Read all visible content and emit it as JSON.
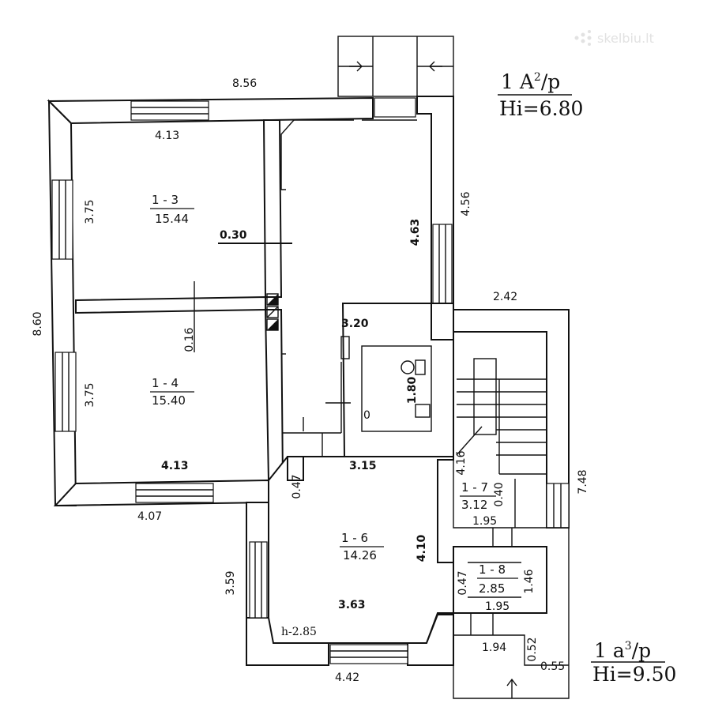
{
  "watermark": "skelbiu.lt",
  "building_code": {
    "id": "1 A",
    "sup": "2",
    "suffix": "/p",
    "height": "Hi=6.80"
  },
  "annex_code": {
    "id": "1 a",
    "sup": "3",
    "suffix": "/p",
    "height": "Hi=9.50"
  },
  "rooms": [
    {
      "id": "1 - 3",
      "area": "15.44"
    },
    {
      "id": "1 - 4",
      "area": "15.40"
    },
    {
      "id": "1 - 6",
      "area": "14.26"
    },
    {
      "id": "1 - 7",
      "area": "3.12"
    },
    {
      "id": "1 - 8",
      "area": "2.85"
    }
  ],
  "dimensions": {
    "top_width": "8.56",
    "left_height": "8.60",
    "room3_top": "4.13",
    "room3_side": "3.75",
    "wall_030": "0.30",
    "room4_side": "3.75",
    "room4_bottom": "4.13",
    "bottom_left": "4.07",
    "wall_016": "0.16",
    "hall_height": "4.63",
    "right_height": "4.56",
    "wc_width": "3.20",
    "wc_height": "1.80",
    "wc_zero": "0",
    "stair_width": "2.42",
    "stair_height": "7.48",
    "stair_inner": "4.16",
    "r6_top": "3.15",
    "r6_wall": "0.47",
    "r6_height": "4.10",
    "r6_left": "3.59",
    "r6_inner": "3.63",
    "r6_h": "h-2.85",
    "r6_bottom": "4.42",
    "r7_wall": "0.40",
    "r8_top": "1.95",
    "r8_wall": "0.47",
    "r8_height": "1.46",
    "r8_bottom": "1.95",
    "porch_width": "1.94",
    "porch_wall": "0.52",
    "porch_side": "0.55"
  }
}
